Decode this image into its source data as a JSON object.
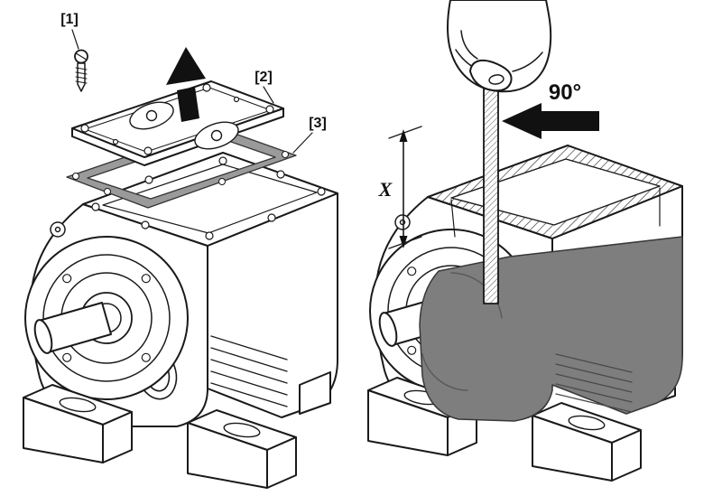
{
  "figure": {
    "background_color": "#ffffff",
    "line_color": "#1a1a1a",
    "panels": {
      "left": {
        "name": "cover-removal-step",
        "callouts": [
          {
            "label": "[1]",
            "target": "screw"
          },
          {
            "label": "[2]",
            "target": "cover-plate"
          },
          {
            "label": "[3]",
            "target": "gasket"
          }
        ],
        "gasket_color": "#9a9a9a",
        "motion_arrow_color": "#111111"
      },
      "right": {
        "name": "oil-level-measurement-step",
        "angle_label": "90°",
        "dimension_label": "X",
        "oil_fill_color": "#7e7e7e",
        "direction_arrow_color": "#111111"
      }
    }
  }
}
